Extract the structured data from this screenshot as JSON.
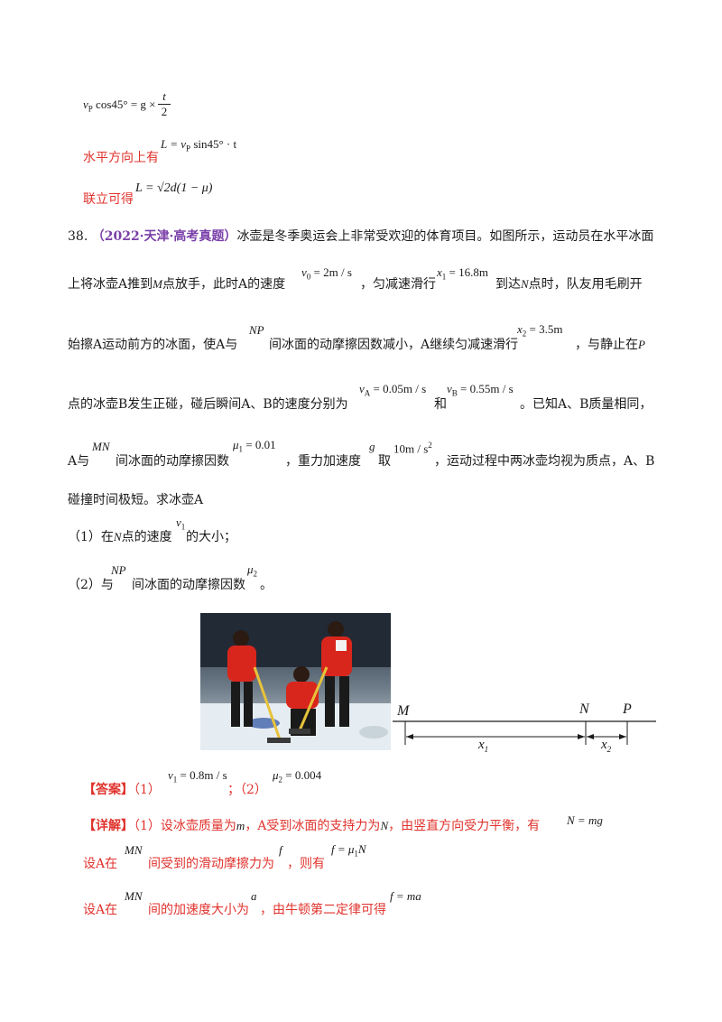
{
  "top_formulas": {
    "f1": "v",
    "f1_sub": "P",
    "f1_rest": "cos45° = g ×",
    "f1_num": "t",
    "f1_den": "2",
    "line2_text": "水平方向上有",
    "f2": "L = v",
    "f2_sub": "P",
    "f2_rest": "sin45° · t",
    "line3_text": "联立可得",
    "f3": "L = √2d(1 − μ)"
  },
  "problem": {
    "number": "38.",
    "source": "（2022·天津·高考真题）",
    "l1": "冰壶是冬季奥运会上非常受欢迎的体育项目。如图所示，运动员在水平冰面",
    "l2a": "上将冰壶A推到",
    "l2_M": "M",
    "l2b": "点放手，此时A的速度",
    "v0": "v",
    "v0_sub": "0",
    "v0_val": " = 2m / s",
    "l2c": "，匀减速滑行",
    "x1": "x",
    "x1_sub": "1",
    "x1_val": " = 16.8m",
    "l2d": "到达",
    "l2_N": "N",
    "l2e": "点时，队友用毛刷开",
    "l3a": "始擦A运动前方的冰面，使A与",
    "l3_NP": "NP",
    "l3b": "间冰面的动摩擦因数减小，A继续匀减速滑行",
    "x2": "x",
    "x2_sub": "2",
    "x2_val": " = 3.5m",
    "l3c": "，与静止在",
    "l3_P": "P",
    "l4a": "点的冰壶B发生正碰，碰后瞬间A、B的速度分别为",
    "vA": "v",
    "vA_sub": "A",
    "vA_val": " = 0.05m / s",
    "l4b": "和",
    "vB": "v",
    "vB_sub": "B",
    "vB_val": " = 0.55m / s",
    "l4c": "。已知A、B质量相同，",
    "l5a": "A与",
    "l5_MN": "MN",
    "l5b": "间冰面的动摩擦因数",
    "mu1": "μ",
    "mu1_sub": "1",
    "mu1_val": " = 0.01",
    "l5c": "，重力加速度",
    "l5_g": "g",
    "l5d": "取",
    "l5_gval": "10m / s",
    "l5_gexp": "2",
    "l5e": "，运动过程中两冰壶均视为质点，A、B",
    "l6": "碰撞时间极短。求冰壶A",
    "q1a": "（1）在",
    "q1_N": "N",
    "q1b": "点的速度",
    "q1_v": "v",
    "q1_sub": "1",
    "q1c": "的大小；",
    "q2a": "（2）与",
    "q2_NP": "NP",
    "q2b": "间冰面的动摩擦因数",
    "q2_mu": "μ",
    "q2_sub": "2",
    "q2c": "。"
  },
  "diagram": {
    "M": "M",
    "N": "N",
    "P": "P",
    "x1": "x",
    "x1_sub": "1",
    "x2": "x",
    "x2_sub": "2"
  },
  "answer": {
    "tag": "【答案】",
    "p1": "（1）",
    "a1": "v",
    "a1_sub": "1",
    "a1_val": " = 0.8m / s",
    "sep": "；（2）",
    "a2": "μ",
    "a2_sub": "2",
    "a2_val": " = 0.004"
  },
  "detail": {
    "tag": "【详解】",
    "d1a": "（1）设冰壶质量为",
    "d1_m": "m",
    "d1b": "，A受到冰面的支持力为",
    "d1_N": "N",
    "d1c": "，由竖直方向受力平衡，有",
    "d1_eq": "N = mg",
    "d2a": "设A在",
    "d2_MN": "MN",
    "d2b": "间受到的滑动摩擦力为",
    "d2_f": "f",
    "d2c": "，则有",
    "d2_eq": "f = μ",
    "d2_eq_sub": "1",
    "d2_eq_rest": "N",
    "d3a": "设A在",
    "d3_MN": "MN",
    "d3b": "间的加速度大小为",
    "d3_a": "a",
    "d3c": "，由牛顿第二定律可得",
    "d3_eq": "f = ma"
  },
  "colors": {
    "red": "#e0332d",
    "source_purple": "#7a3fa8",
    "text": "#1a1a1a",
    "uniform_red": "#d9261c"
  },
  "photo": {
    "icon": "curling-photo"
  }
}
